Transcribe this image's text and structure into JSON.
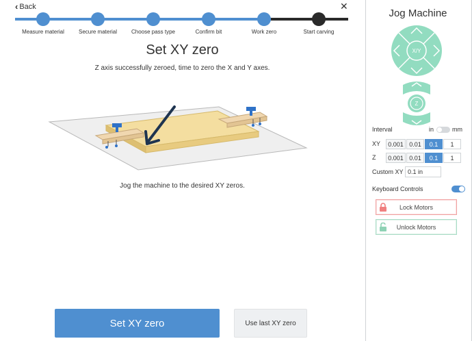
{
  "nav": {
    "back_label": "Back",
    "close_symbol": "✕"
  },
  "steps": [
    {
      "label": "Measure material",
      "state": "done"
    },
    {
      "label": "Secure material",
      "state": "done"
    },
    {
      "label": "Choose pass type",
      "state": "done"
    },
    {
      "label": "Confirm bit",
      "state": "done"
    },
    {
      "label": "Work zero",
      "state": "active"
    },
    {
      "label": "Start carving",
      "state": "future"
    }
  ],
  "main": {
    "title": "Set XY zero",
    "subtitle": "Z axis successfully zeroed, time to zero the X and Y axes.",
    "hint": "Jog the machine to the desired XY zeros.",
    "primary_button": "Set XY zero",
    "secondary_button": "Use last XY zero"
  },
  "sidebar": {
    "title": "Jog Machine",
    "xy_pad_label": "X/Y",
    "z_pad_label": "Z",
    "interval_label": "Interval",
    "unit_in": "in",
    "unit_mm": "mm",
    "units_mm_enabled": false,
    "xy_row": {
      "label": "XY",
      "options": [
        "0.001",
        "0.01",
        "0.1",
        "1"
      ],
      "selected": "0.1"
    },
    "z_row": {
      "label": "Z",
      "options": [
        "0.001",
        "0.01",
        "0.1",
        "1"
      ],
      "selected": "0.1"
    },
    "custom_xy_label": "Custom XY",
    "custom_xy_value": "0.1 in",
    "keyboard_label": "Keyboard Controls",
    "keyboard_enabled": true,
    "lock_button": "Lock Motors",
    "unlock_button": "Unlock Motors"
  },
  "colors": {
    "accent": "#4f8fd0",
    "jog_pad": "#92dcc0",
    "lock": "#f0a2a2",
    "unlock": "#a9dcc6",
    "wood": "#f4dea0"
  }
}
